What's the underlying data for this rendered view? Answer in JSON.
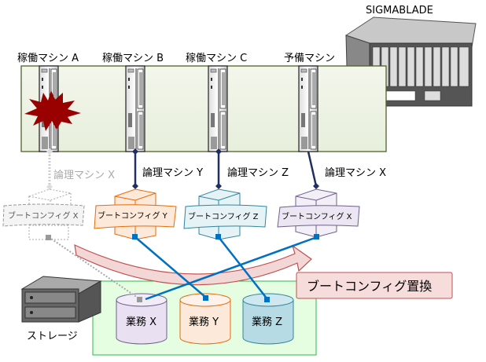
{
  "chassis": {
    "title": "SIGMABLADE"
  },
  "machines": [
    {
      "label": "稼働マシン A",
      "state": "failed"
    },
    {
      "label": "稼働マシン B",
      "state": "running"
    },
    {
      "label": "稼働マシン C",
      "state": "running"
    },
    {
      "label": "予備マシン",
      "state": "spare"
    }
  ],
  "logical": [
    {
      "label": "論理マシン X",
      "style": "inactive"
    },
    {
      "label": "論理マシン Y"
    },
    {
      "label": "論理マシン Z"
    },
    {
      "label": "論理マシン X"
    }
  ],
  "boot_configs": [
    {
      "label": "ブートコンフィグ X",
      "color": "#9a9a9a"
    },
    {
      "label": "ブートコンフィグ Y",
      "color": "#e46c0a"
    },
    {
      "label": "ブートコンフィグ Z",
      "color": "#31859c"
    },
    {
      "label": "ブートコンフィグ X",
      "color": "#6f5f8f"
    }
  ],
  "storage": {
    "label": "ストレージ",
    "volumes": [
      {
        "label": "業務 X",
        "color": "#e9e1f1"
      },
      {
        "label": "業務 Y",
        "color": "#fde9d9"
      },
      {
        "label": "業務 Z",
        "color": "#b7dbe5"
      }
    ]
  },
  "action": {
    "label": "ブートコンフィグ置換"
  }
}
